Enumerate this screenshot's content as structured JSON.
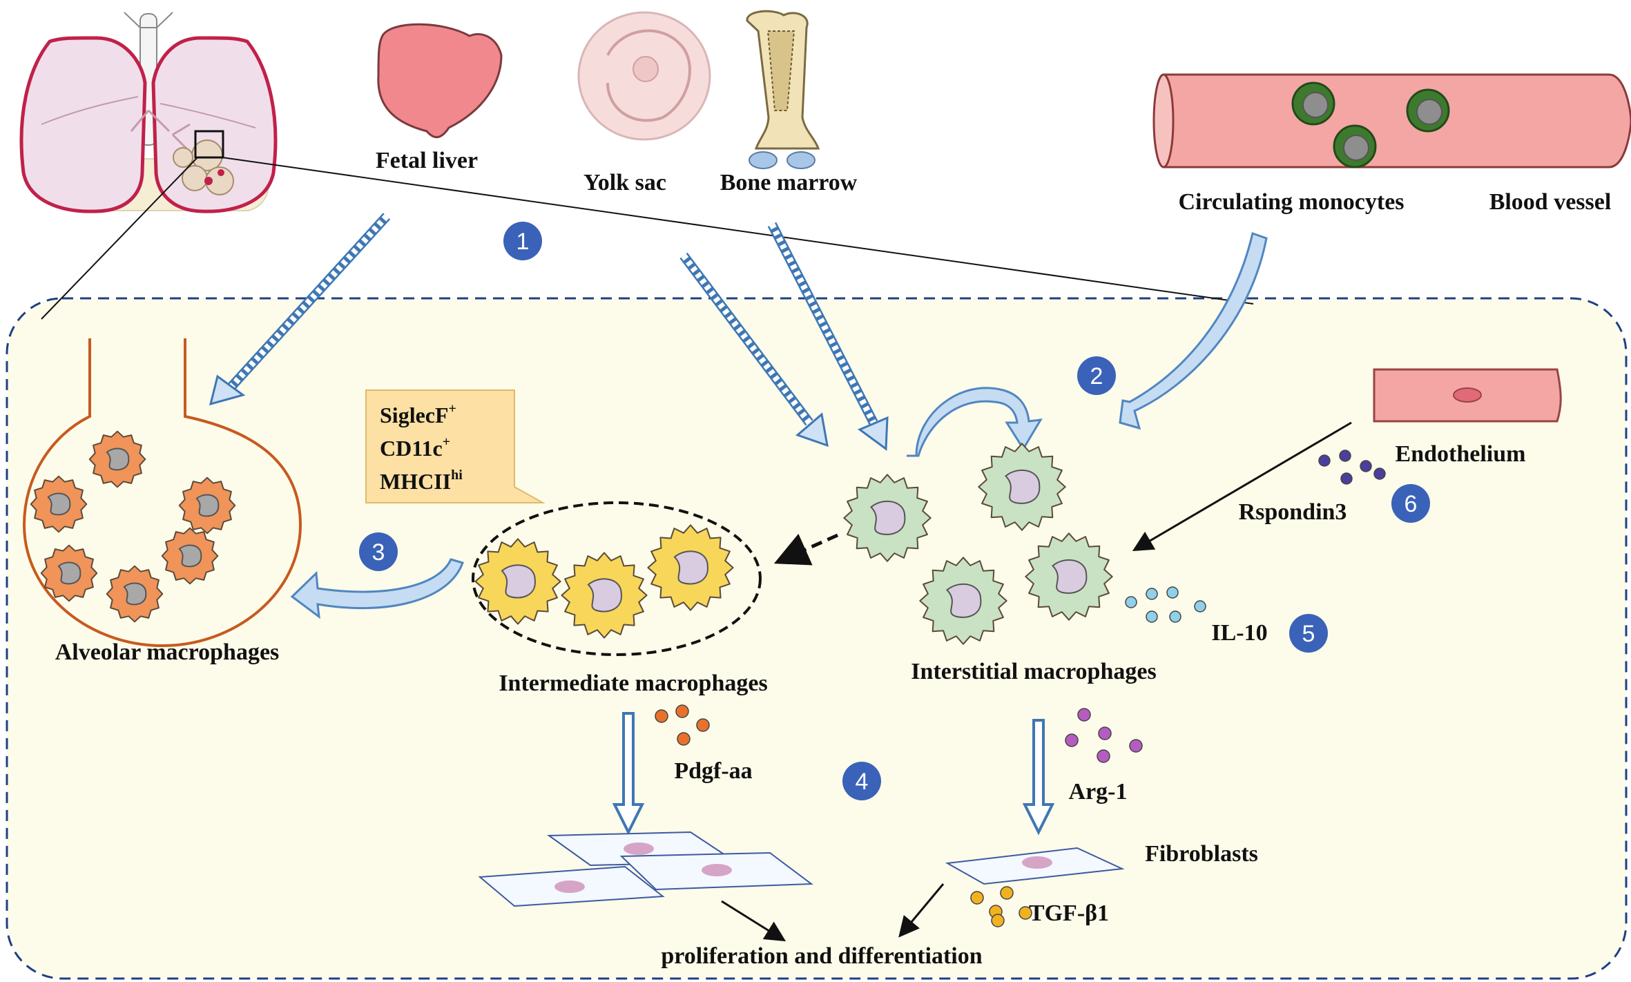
{
  "labels": {
    "fetal_liver": "Fetal liver",
    "yolk_sac": "Yolk sac",
    "bone_marrow": "Bone marrow",
    "circulating_monocytes": "Circulating monocytes",
    "blood_vessel": "Blood vessel",
    "alveolar_macrophages": "Alveolar macrophages",
    "intermediate_macrophages": "Intermediate macrophages",
    "interstitial_macrophages": "Interstitial macrophages",
    "endothelium": "Endothelium",
    "rspondin3": "Rspondin3",
    "il10": "IL-10",
    "pdgf": "Pdgf-aa",
    "arg1": "Arg-1",
    "fibroblasts": "Fibroblasts",
    "tgf": "TGF-β1",
    "proliferation": "proliferation and differentiation"
  },
  "markers": [
    {
      "name": "SiglecF",
      "sup": "+"
    },
    {
      "name": "CD11c",
      "sup": "+"
    },
    {
      "name": "MHCII",
      "sup": "hi"
    }
  ],
  "steps": [
    "1",
    "2",
    "3",
    "4",
    "5",
    "6"
  ],
  "colors": {
    "region_fill": "#fdfbe9",
    "region_border": "#1f3f85",
    "step_badge": "#3a62b8",
    "arrow_fill": "#c5dcf2",
    "arrow_stroke": "#4f86c2",
    "alveolar_cell": "#f0945a",
    "intermediate_cell": "#f7d65a",
    "interstitial_cell": "#c9e2c4",
    "monocyte": "#3d7a2e",
    "vessel": "#f4a6a4",
    "pdgf_dot": "#e8722c",
    "arg1_dot": "#b45cc0",
    "tgf_dot": "#f2b21f",
    "il10_dot": "#8fd0ea",
    "rspondin_dot": "#4a3f9c"
  },
  "icons": [
    "lungs-icon",
    "liver-icon",
    "embryo-icon",
    "bone-icon",
    "blood-vessel-icon",
    "alveolus-icon",
    "endothelial-cell-icon",
    "fibroblast-icon"
  ]
}
